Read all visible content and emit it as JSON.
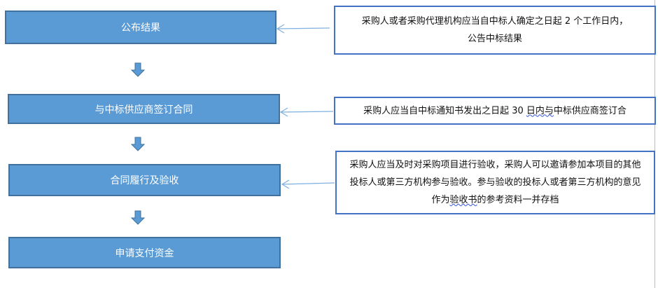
{
  "steps": [
    {
      "label": "公布结果"
    },
    {
      "label": "与中标供应商签订合同"
    },
    {
      "label": "合同履行及验收"
    },
    {
      "label": "申请支付资金"
    }
  ],
  "notes": [
    {
      "line1": "采购人或者采购代理机构应当自中标人确定之日起 2 个工作日内，",
      "line2": "公告中标结果"
    },
    {
      "pre": "采购人应当自中标通知书发出之日起 30 ",
      "wavy": "日内与",
      "post": "中标供应商签订合"
    },
    {
      "pre": "采购人应当及时对采购项目进行验收，采购人可以邀请参加本项目的其他投标人或第三方机构参与验收。参与验收的投标人或者第三方机构的意见作为",
      "wavy": "验收书",
      "post": "的参考资料一并存档"
    }
  ],
  "colors": {
    "step_fill": "#5b9bd5",
    "step_border": "#41719c",
    "note_border": "#4472c4"
  }
}
